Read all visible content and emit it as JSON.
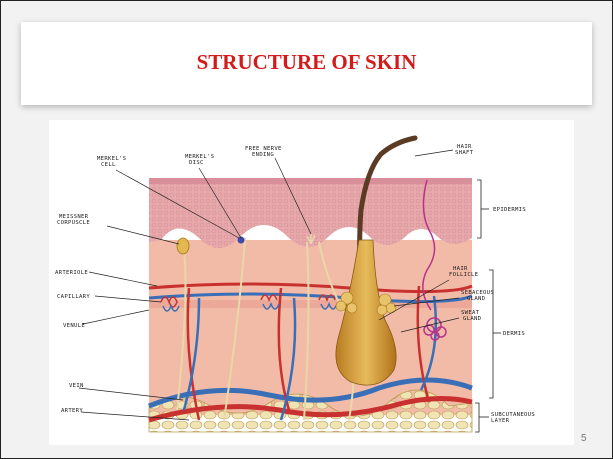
{
  "slide": {
    "title": "STRUCTURE OF SKIN",
    "page_number": "5"
  },
  "diagram": {
    "labels_left": {
      "merkels_cell": [
        "MERKEL'S",
        "CELL"
      ],
      "merkels_disc": [
        "MERKEL'S",
        "DISC"
      ],
      "free_nerve_ending": [
        "FREE NERVE",
        "ENDING"
      ],
      "meissner": [
        "MEISSNER",
        "CORPUSCLE"
      ],
      "arteriole": "ARTERIOLE",
      "capillary": "CAPILLARY",
      "venule": "VENULE",
      "vein": "VEIN",
      "artery": "ARTERY"
    },
    "labels_right": {
      "hair_shaft": [
        "HAIR",
        "SHAFT"
      ],
      "epidermis": "EPIDERMIS",
      "hair_follicle": [
        "HAIR",
        "FOLLICLE"
      ],
      "sebaceous_gland": [
        "SEBACEOUS",
        "GLAND"
      ],
      "sweat_gland": [
        "SWEAT",
        "GLAND"
      ],
      "dermis": "DERMIS",
      "subcutaneous_layer": [
        "SUBCUTANEOUS",
        "LAYER"
      ]
    },
    "colors": {
      "epidermis": "#e7a9ac",
      "dermis": "#f2bba7",
      "subcutaneous": "#e8d79d",
      "artery": "#c8312f",
      "vein": "#3a6fb8",
      "hair": "#5b3b24",
      "follicle": "#d9a53a",
      "nerve": "#e8d8a8"
    }
  }
}
